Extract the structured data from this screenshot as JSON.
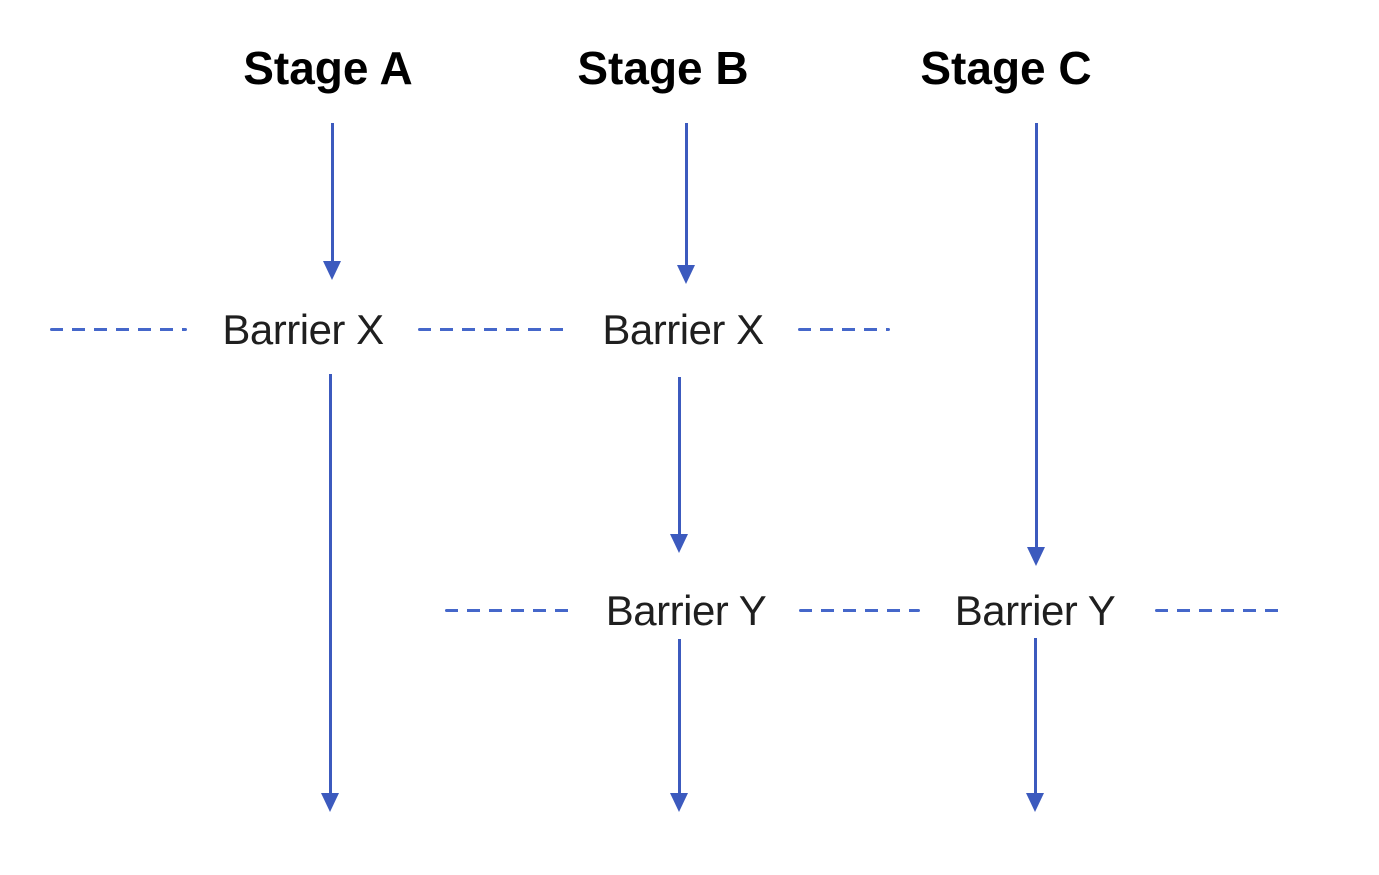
{
  "diagram": {
    "type": "flow-lanes-with-barriers",
    "stages": [
      {
        "label": "Stage A",
        "passes_barriers": [
          "Barrier X"
        ]
      },
      {
        "label": "Stage B",
        "passes_barriers": [
          "Barrier X",
          "Barrier Y"
        ]
      },
      {
        "label": "Stage C",
        "passes_barriers": [
          "Barrier Y"
        ]
      }
    ],
    "barrier_labels": {
      "x": "Barrier X",
      "y": "Barrier Y"
    }
  },
  "colors": {
    "background": "#ffffff",
    "arrow": "#3c5abe",
    "dash": "#4567ca",
    "stage_title": "#000000",
    "barrier_text": "#1f1f1f"
  }
}
